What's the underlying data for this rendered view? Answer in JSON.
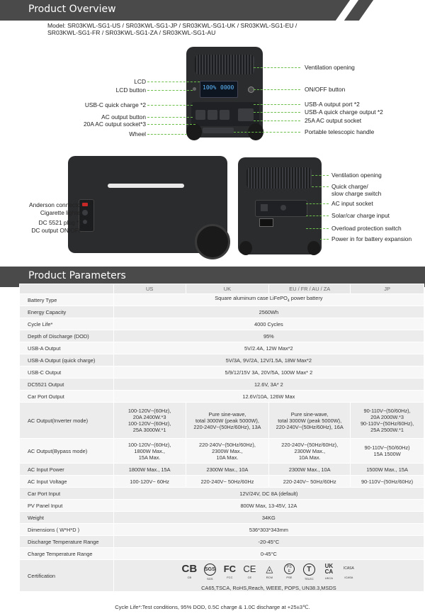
{
  "overview": {
    "title": "Product Overview"
  },
  "model": {
    "text": "Model: SR03KWL-SG1-US / SR03KWL-SG1-JP / SR03KWL-SG1-UK / SR03KWL-SG1-EU /\n      SR03KWL-SG1-FR / SR03KWL-SG1-ZA / SR03KWL-SG1-AU"
  },
  "screen": {
    "left": "100%",
    "right": "0000"
  },
  "front": {
    "left": [
      "LCD",
      "LCD button",
      "USB-C quick charge *2",
      "AC output button",
      "20A AC output socket*3",
      "Wheel"
    ],
    "right": [
      "Ventilation opening",
      "ON/OFF button",
      "USB-A output port *2",
      "USB-A quick charge output *2",
      "25A AC output socket",
      "Portable telescopic handle"
    ]
  },
  "side": {
    "left": [
      "Anderson connector",
      "Cigarette lighter",
      "DC 5521 plug *2",
      "DC output ON/OFF"
    ],
    "right": [
      "Ventilation opening",
      "Quick charge/\nslow charge switch",
      "AC input socket",
      "Solar/car charge input",
      "Overload protection switch",
      "Power in for battery expansion"
    ]
  },
  "params": {
    "title": "Product Parameters",
    "header": [
      "",
      "US",
      "UK",
      "EU / FR / AU / ZA",
      "JP"
    ]
  },
  "rows": {
    "r0": {
      "label": "Battery Type",
      "value": "Square aluminum case LiFePO",
      "sub": "4",
      "tail": " power battery"
    },
    "r1": {
      "label": "Energy Capacity",
      "value": "2560Wh"
    },
    "r2": {
      "label": "Cycle Life*",
      "value": "4000 Cycles"
    },
    "r3": {
      "label": "Depth of Discharge (DOD)",
      "value": "95%"
    },
    "r4": {
      "label": "USB-A Output",
      "value": "5V/2.4A, 12W Max*2"
    },
    "r5": {
      "label": "USB-A Output (quick charge)",
      "value": "5V/3A, 9V/2A, 12V/1.5A, 18W Max*2"
    },
    "r6": {
      "label": "USB-C Output",
      "value": "5/9/12/15V 3A, 20V/5A, 100W Max* 2"
    },
    "r7": {
      "label": "DC5521 Output",
      "value": "12.6V, 3A* 2"
    },
    "r8": {
      "label": "Car Port Output",
      "value": "12.6V/10A, 126W Max"
    },
    "r9": {
      "label": "AC Output(Inverter mode)",
      "us": "100-120V~(60Hz),\n20A 2400W.*3\n100-120V~(60Hz),\n25A 3000W.*1",
      "uk": "Pure sine-wave,\ntotal 3000W (peak 5000W),\n220-240V~(50Hz/60Hz), 13A",
      "eu": "Pure sine-wave,\ntotal 3000W (peak 5000W),\n220-240V~(50Hz/60Hz), 16A",
      "jp": "90-110V~(50/60Hz),\n20A 2000W.*3\n90-110V~(50Hz/60Hz),\n25A 2500W.*1"
    },
    "r10": {
      "label": "AC Output(Bypass mode)",
      "us": "100-120V~(60Hz),\n1800W Max.,\n15A Max.",
      "uk": "220-240V~(50Hz/60Hz),\n2300W Max.,\n10A Max.",
      "eu": "220-240V~(50Hz/60Hz),\n2300W Max.,\n10A Max.",
      "jp": "90-110V~(50/60Hz)\n15A 1500W"
    },
    "r11": {
      "label": "AC Input Power",
      "us": "1800W Max., 15A",
      "uk": "2300W Max.,  10A",
      "eu": "2300W Max.,  10A",
      "jp": "1500W Max., 15A"
    },
    "r12": {
      "label": "AC Input Voltage",
      "us": "100-120V~ 60Hz",
      "uk": "220-240V~ 50Hz/60Hz",
      "eu": "220-240V~ 50Hz/60Hz",
      "jp": "90-110V~(50Hz/60Hz)"
    },
    "r13": {
      "label": "Car Port Input",
      "value": "12V/24V, DC 8A (default)"
    },
    "r14": {
      "label": "PV Panel Input",
      "value": "800W Max, 13-45V, 12A"
    },
    "r15": {
      "label": "Weight",
      "value": "34KG"
    },
    "r16": {
      "label": "Dimensions ( W*H*D )",
      "value": "536*303*343mm"
    },
    "r17": {
      "label": "Discharge Temperature Range",
      "value": "-20-45°C"
    },
    "r18": {
      "label": "Charge Temperature Range",
      "value": "0-45°C"
    },
    "r19": {
      "label": "Certification",
      "value": "CA65,TSCA, RoHS,Reach, WEEE, POPS, UN38.3,MSDS",
      "marks": [
        "CB",
        "SGS",
        "FCC",
        "CE",
        "RCM",
        "PSE",
        "TELEC",
        "UKCA",
        "ICASA"
      ],
      "logos": [
        "CB",
        "SGS",
        "FC",
        "CE",
        "◬",
        "PS\nE",
        "T",
        "UK\nCA",
        "ICASA"
      ]
    }
  },
  "footnote": "Cycle Life*:Test conditions, 95% DOD, 0.5C charge & 1.0C discharge at +25±3℃.",
  "colors": {
    "header_bg": "#4a4a4a",
    "leader": "#6cbf4a",
    "device": "#2b2c2e",
    "row_a": "#ececec",
    "row_b": "#f7f7f7"
  }
}
